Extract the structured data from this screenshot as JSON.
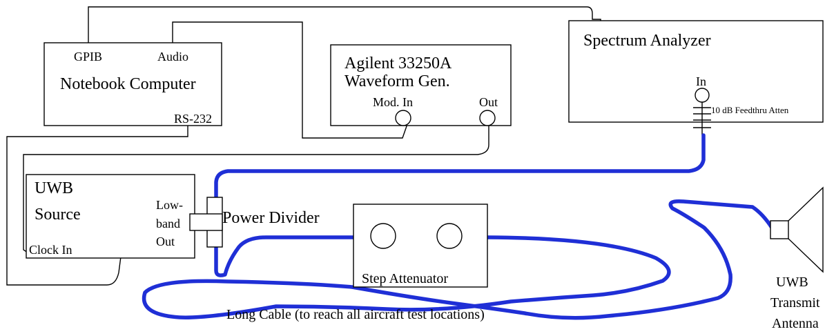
{
  "components": {
    "notebook": {
      "title": "Notebook Computer",
      "gpib": "GPIB",
      "audio": "Audio",
      "rs232": "RS-232"
    },
    "waveform_gen": {
      "line1": "Agilent 33250A",
      "line2": "Waveform Gen.",
      "mod_in": "Mod. In",
      "out": "Out"
    },
    "spectrum_analyzer": {
      "title": "Spectrum Analyzer",
      "in": "In",
      "attenuator": "10 dB Feedthru Atten"
    },
    "uwb_source": {
      "line1": "UWB",
      "line2": "Source",
      "out1": "Low-",
      "out2": "band",
      "out3": "Out",
      "clock_in": "Clock In"
    },
    "power_divider": {
      "label": "Power Divider"
    },
    "step_attenuator": {
      "label": "Step Attenuator"
    },
    "long_cable": {
      "label": "Long Cable (to reach all aircraft test locations)"
    },
    "antenna": {
      "line1": "UWB",
      "line2": "Transmit",
      "line3": "Antenna"
    }
  },
  "colors": {
    "cable": "#1f2fd6",
    "wire": "#000000"
  }
}
